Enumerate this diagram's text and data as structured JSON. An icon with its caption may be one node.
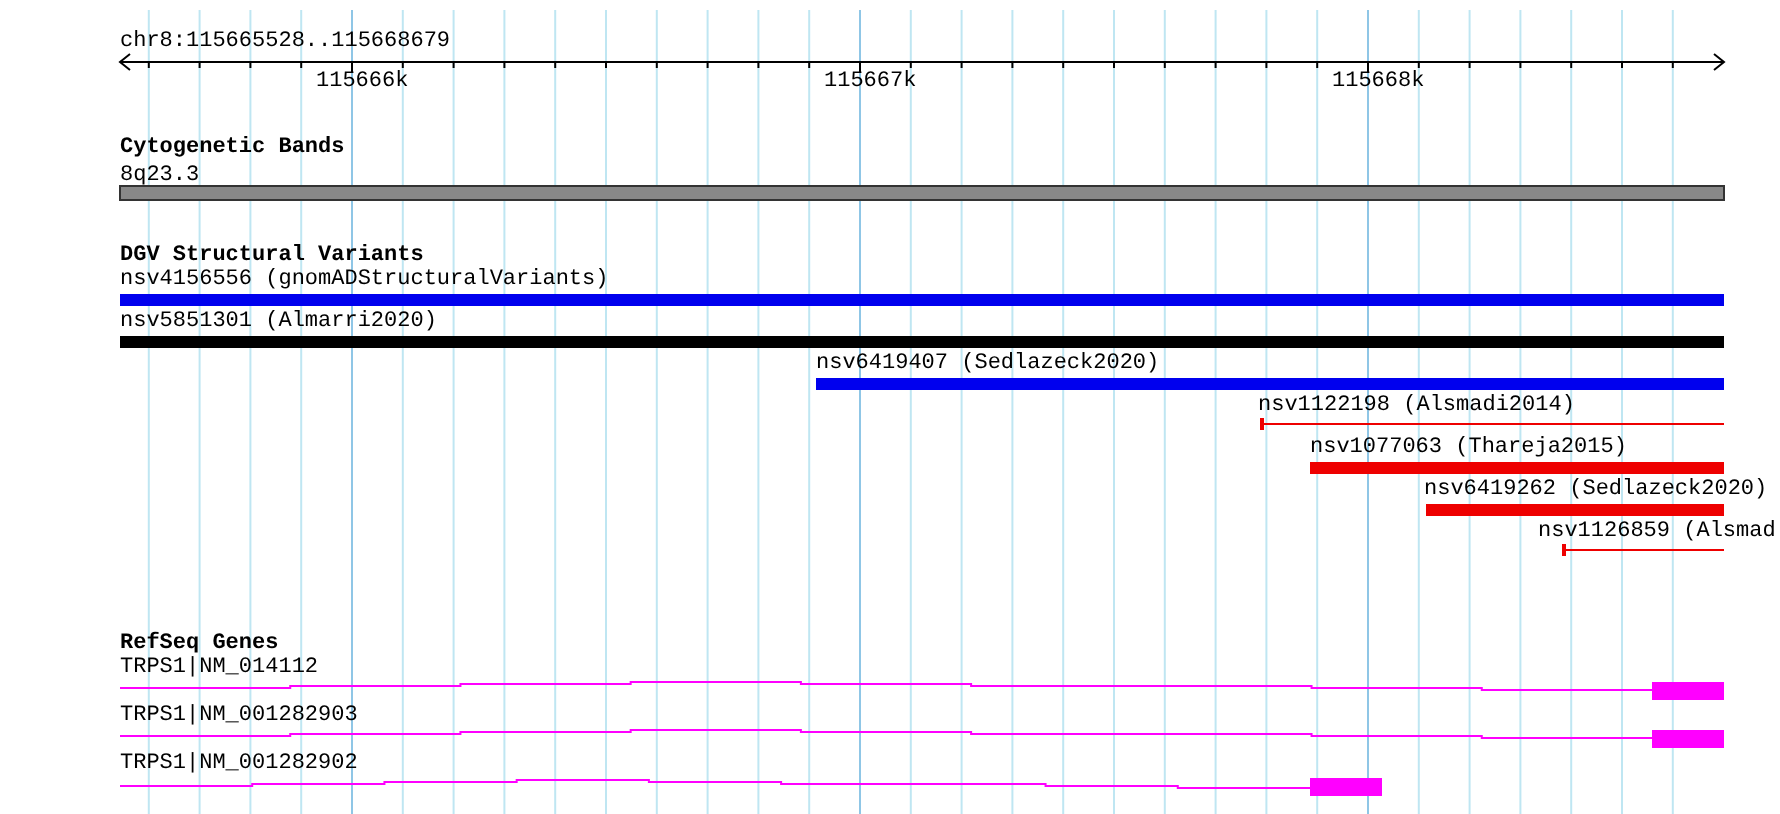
{
  "diagram": {
    "labels": [
      "chr8:115665528..115668679",
      "115666k",
      "115667k",
      "115668k",
      "Cytogenetic Bands",
      "8q23.3",
      "DGV Structural Variants",
      "nsv4156556 (gnomADStructuralVariants)",
      "nsv5851301 (Almarri2020)",
      "nsv6419407 (Sedlazeck2020)",
      "nsv1122198 (Alsmadi2014)",
      "nsv1077063 (Thareja2015)",
      "nsv6419262 (Sedlazeck2020)",
      "nsv1126859 (Alsmad",
      "RefSeq Genes",
      "TRPS1|NM_014112",
      "TRPS1|NM_001282903",
      "TRPS1|NM_001282902"
    ]
  }
}
